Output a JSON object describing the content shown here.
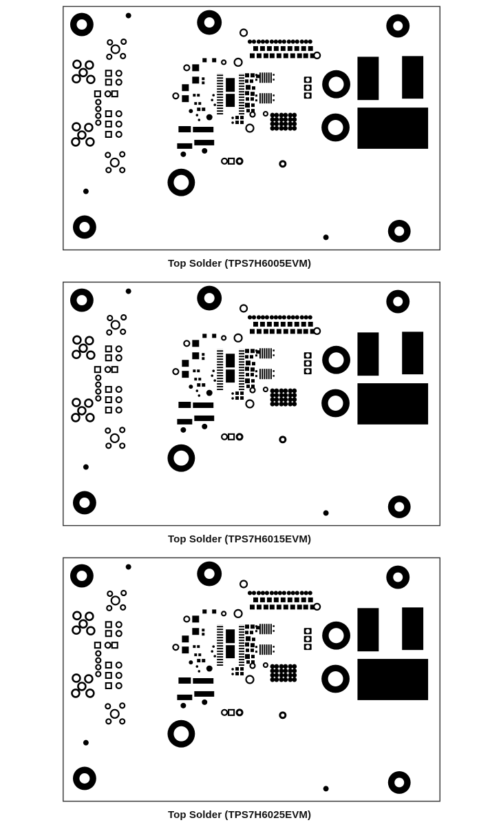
{
  "page": {
    "background": "#ffffff",
    "figure_ink": "#000000"
  },
  "figures": [
    {
      "id": "board-1",
      "type": "pcb-top-solder-layer",
      "caption": "Top Solder (TPS7H6005EVM)"
    },
    {
      "id": "board-2",
      "type": "pcb-top-solder-layer",
      "caption": "Top Solder (TPS7H6015EVM)"
    },
    {
      "id": "board-3",
      "type": "pcb-top-solder-layer",
      "caption": "Top Solder (TPS7H6025EVM)"
    }
  ]
}
